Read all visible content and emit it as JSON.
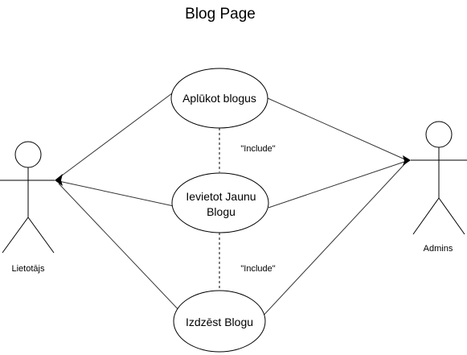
{
  "diagram": {
    "title": "Blog Page",
    "actors": {
      "user": "Lietotājs",
      "admin": "Admins"
    },
    "use_cases": {
      "view": "Aplūkot blogus",
      "create_line1": "Ievietot Jaunu",
      "create_line2": "Blogu",
      "delete": "Izdzēst Blogu"
    },
    "relations": {
      "include_top": "\"Include\"",
      "include_bottom": "\"Include\""
    },
    "colors": {
      "line": "#000000",
      "background": "#ffffff"
    }
  }
}
